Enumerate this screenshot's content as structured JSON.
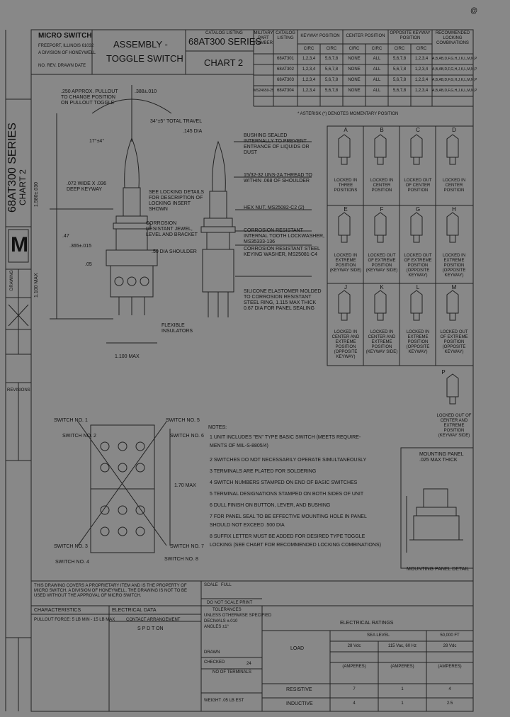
{
  "page_mark": "@",
  "title_block": {
    "company": "MICRO SWITCH",
    "company_sub1": "FREEPORT, ILLINOIS 61032",
    "company_sub2": "A DIVISION OF HONEYWELL",
    "code_line": "NO. REV. DRAWN DATE",
    "title_line1": "ASSEMBLY -",
    "title_line2": "TOGGLE  SWITCH",
    "catalog_listing": "CATALOG LISTING",
    "series": "68AT300 SERIES",
    "chart": "CHART 2"
  },
  "side_label": {
    "series": "68AT300 SERIES",
    "chart": "CHART 2",
    "letter": "M",
    "drawing": "DRAWING"
  },
  "positions_table": {
    "headers": {
      "military": "MILITARY PART NUMBER",
      "catalog": "CATALOG LISTING",
      "keyway": "KEYWAY POSITION",
      "center": "CENTER POSITION",
      "opposite": "OPPOSITE KEYWAY POSITION",
      "locking": "RECOMMENDED LOCKING COMBINATIONS"
    },
    "subheaders": [
      "CIRC",
      "CIRC",
      "CIRC",
      "CIRC",
      "CIRC",
      "CIRC"
    ],
    "rows": [
      {
        "mil": "",
        "cat": "68AT301",
        "c": [
          "1,2,3,4",
          "5,6,7,8",
          "NONE",
          "ALL",
          "5,6,7,8",
          "1,2,3,4"
        ],
        "lock": "A,B,AB,D,F,G,H,J,K,L,M,N,P"
      },
      {
        "mil": "",
        "cat": "68AT302",
        "c": [
          "1,2,3,4",
          "5,6,7,8",
          "NONE",
          "ALL",
          "5,6,7,8",
          "1,2,3,4"
        ],
        "lock": "A,B,AB,D,F,G,H,J,K,L,M,N,P"
      },
      {
        "mil": "",
        "cat": "68AT303",
        "c": [
          "1,2,3,4",
          "5,6,7,8",
          "NONE",
          "ALL",
          "5,6,7,8",
          "1,2,3,4"
        ],
        "lock": "A,B,AB,D,F,G,H,J,K,L,M,N,P"
      },
      {
        "mil": "MS24659-25",
        "cat": "68AT304",
        "c": [
          "1,2,3,4",
          "5,6,7,8",
          "NONE",
          "ALL",
          "5,6,7,8",
          "1,2,3,4"
        ],
        "lock": "A,B,AB,D,F,G,H,J,K,L,M,N,P"
      }
    ],
    "footnote": "* ASTERISK (*) DENOTES MOMENTARY POSITION"
  },
  "locking_details": [
    {
      "letter": "A",
      "caption": "LOCKED IN THREE POSITIONS"
    },
    {
      "letter": "B",
      "caption": "LOCKED IN CENTER POSITION"
    },
    {
      "letter": "C",
      "caption": "LOCKED OUT OF CENTER POSITION"
    },
    {
      "letter": "D",
      "caption": "LOCKED IN CENTER POSITION"
    },
    {
      "letter": "E",
      "caption": "LOCKED IN EXTREME POSITION (KEYWAY SIDE)"
    },
    {
      "letter": "F",
      "caption": "LOCKED OUT OF EXTREME POSITION (KEYWAY SIDE)"
    },
    {
      "letter": "G",
      "caption": "LOCKED OUT OF EXTREME POSITION (OPPOSITE KEYWAY)"
    },
    {
      "letter": "H",
      "caption": "LOCKED IN EXTREME POSITION (OPPOSITE KEYWAY)"
    },
    {
      "letter": "J",
      "caption": "LOCKED IN CENTER AND EXTREME POSITION (OPPOSITE KEYWAY)"
    },
    {
      "letter": "K",
      "caption": "LOCKED IN CENTER AND EXTREME POSITION (KEYWAY SIDE)"
    },
    {
      "letter": "L",
      "caption": "LOCKED IN EXTREME POSITION (OPPOSITE KEYWAY)"
    },
    {
      "letter": "M",
      "caption": "LOCKED OUT OF EXTREME POSITION (OPPOSITE KEYWAY)"
    },
    {
      "letter": "P",
      "caption": "LOCKED OUT OF CENTER AND EXTREME POSITION (KEYWAY SIDE)"
    }
  ],
  "dims": {
    "d_250": ".250 APPROX. PULLOUT TO CHANGE POSITION ON PULLOUT TOGGLE",
    "d_388": ".388±.010",
    "d_travel": "34°±5° TOTAL TRAVEL",
    "d_145": ".145 DIA",
    "d_angle": "17°±4°",
    "d_keyway": ".072 WIDE X .036 DEEP KEYWAY",
    "d_1580": "1.580±.030",
    "d_locking": "SEE LOCKING DETAILS FOR DESCRIPTION OF LOCKING INSERT SHOWN",
    "d_bracket": "CORROSION RESISTANT JEWEL, LEVEL AND BRACKET",
    "d_shoulder": ".50 DIA SHOULDER",
    "d_47": ".47",
    "d_365": ".365±.015",
    "d_05": ".05",
    "d_1100": "1.100 MAX",
    "d_insulators": "FLEXIBLE INSULATORS",
    "d_width": "1.100 MAX",
    "d_bushing": "BUSHING SEALED INTERNALLY TO PREVENT ENTRANCE OF LIQUIDS OR DUST",
    "d_thread": "15/32-32 UNS-2A THREAD TO WITHIN .068 OF SHOULDER",
    "d_hexnut": "HEX NUT, MS25082-C2 (2)",
    "d_lockwasher": "CORROSION RESISTANT INTERNAL TOOTH LOCKWASHER, MS35333-136",
    "d_keywasher": "CORROSION RESISTANT STEEL KEYING WASHER, MS25081-C4",
    "d_boot": "SILICONE ELASTOMER MOLDED TO CORROSION RESISTANT STEEL RING, 1.115 MAX THICK 0.67 DIA FOR PANEL SEALING"
  },
  "switch_labels": [
    "SWITCH NO. 1",
    "SWITCH NO. 2",
    "SWITCH NO. 3",
    "SWITCH NO. 4",
    "SWITCH NO. 5",
    "SWITCH NO. 6",
    "SWITCH NO. 7",
    "SWITCH NO. 8"
  ],
  "switch_dim": "1.70 MAX",
  "notes": {
    "heading": "NOTES:",
    "items": [
      "1  UNIT INCLUDES \"EN\" TYPE BASIC SWITCH (MEETS REQUIRE-",
      "   MENTS OF MIL-S-8805/4)",
      "2  SWITCHES DO NOT NECESSARILY OPERATE SIMULTANEOUSLY",
      "3  TERMINALS ARE PLATED FOR SOLDERING",
      "4  SWITCH NUMBERS STAMPED ON END OF BASIC SWITCHES",
      "5  TERMINAL DESIGNATIONS STAMPED ON BOTH SIDES OF UNIT",
      "6  DULL FINISH ON BUTTON, LEVER, AND BUSHING",
      "7  FOR PANEL SEAL TO BE EFFECTIVE MOUNTING HOLE IN PANEL",
      "   SHOULD NOT EXCEED .500 DIA",
      "8  SUFFIX LETTER MUST BE ADDED FOR DESIRED TYPE TOGGLE",
      "   LOCKING (SEE CHART FOR RECOMMENDED LOCKING COMBINATIONS)"
    ]
  },
  "mounting": {
    "panel": "MOUNTING PANEL .025 MAX THICK",
    "caption": "MOUNTING PANEL DETAIL"
  },
  "lower_block": {
    "disclaimer": "THIS DRAWING COVERS A PROPRIETARY ITEM AND IS THE PROPERTY OF MICRO SWITCH, A DIVISION OF HONEYWELL. THE DRAWING IS NOT TO BE USED WITHOUT THE APPROVAL OF MICRO SWITCH.",
    "scale_label": "SCALE",
    "scale_value": "FULL",
    "do_not_scale": "DO NOT SCALE PRINT",
    "tolerances": "TOLERANCES",
    "tol_lines": [
      "UNLESS OTHERWISE SPECIFIED",
      "DECIMALS ±.010",
      "ANGLES ±1°"
    ],
    "characteristics": "CHARACTERISTICS",
    "pullout": "PULLOUT FORCE: 5 LB MIN - 15 LB MAX",
    "electrical": "ELECTRICAL DATA",
    "contact": "CONTACT ARRANGEMENT",
    "contact_value": "S P D T  ON",
    "drawn": "DRAWN",
    "checked": "CHECKED",
    "terminals": "NO OF TERMINALS",
    "terminals_value": "24",
    "weight": "WEIGHT   .05 LB EST"
  },
  "ratings": {
    "title": "ELECTRICAL RATINGS",
    "load": "LOAD",
    "sea_level": "SEA LEVEL",
    "altitude": "50,000 FT",
    "col1": "28 Vdc",
    "col2": "115 Vac, 60 Hz",
    "col3": "28 Vdc",
    "amperes": "(AMPERES)",
    "resistive": "RESISTIVE",
    "inductive": "INDUCTIVE",
    "res_vals": [
      "7",
      "1",
      "4"
    ],
    "ind_vals": [
      "4",
      "1",
      "2.5"
    ]
  },
  "revisions_label": "REVISIONS"
}
